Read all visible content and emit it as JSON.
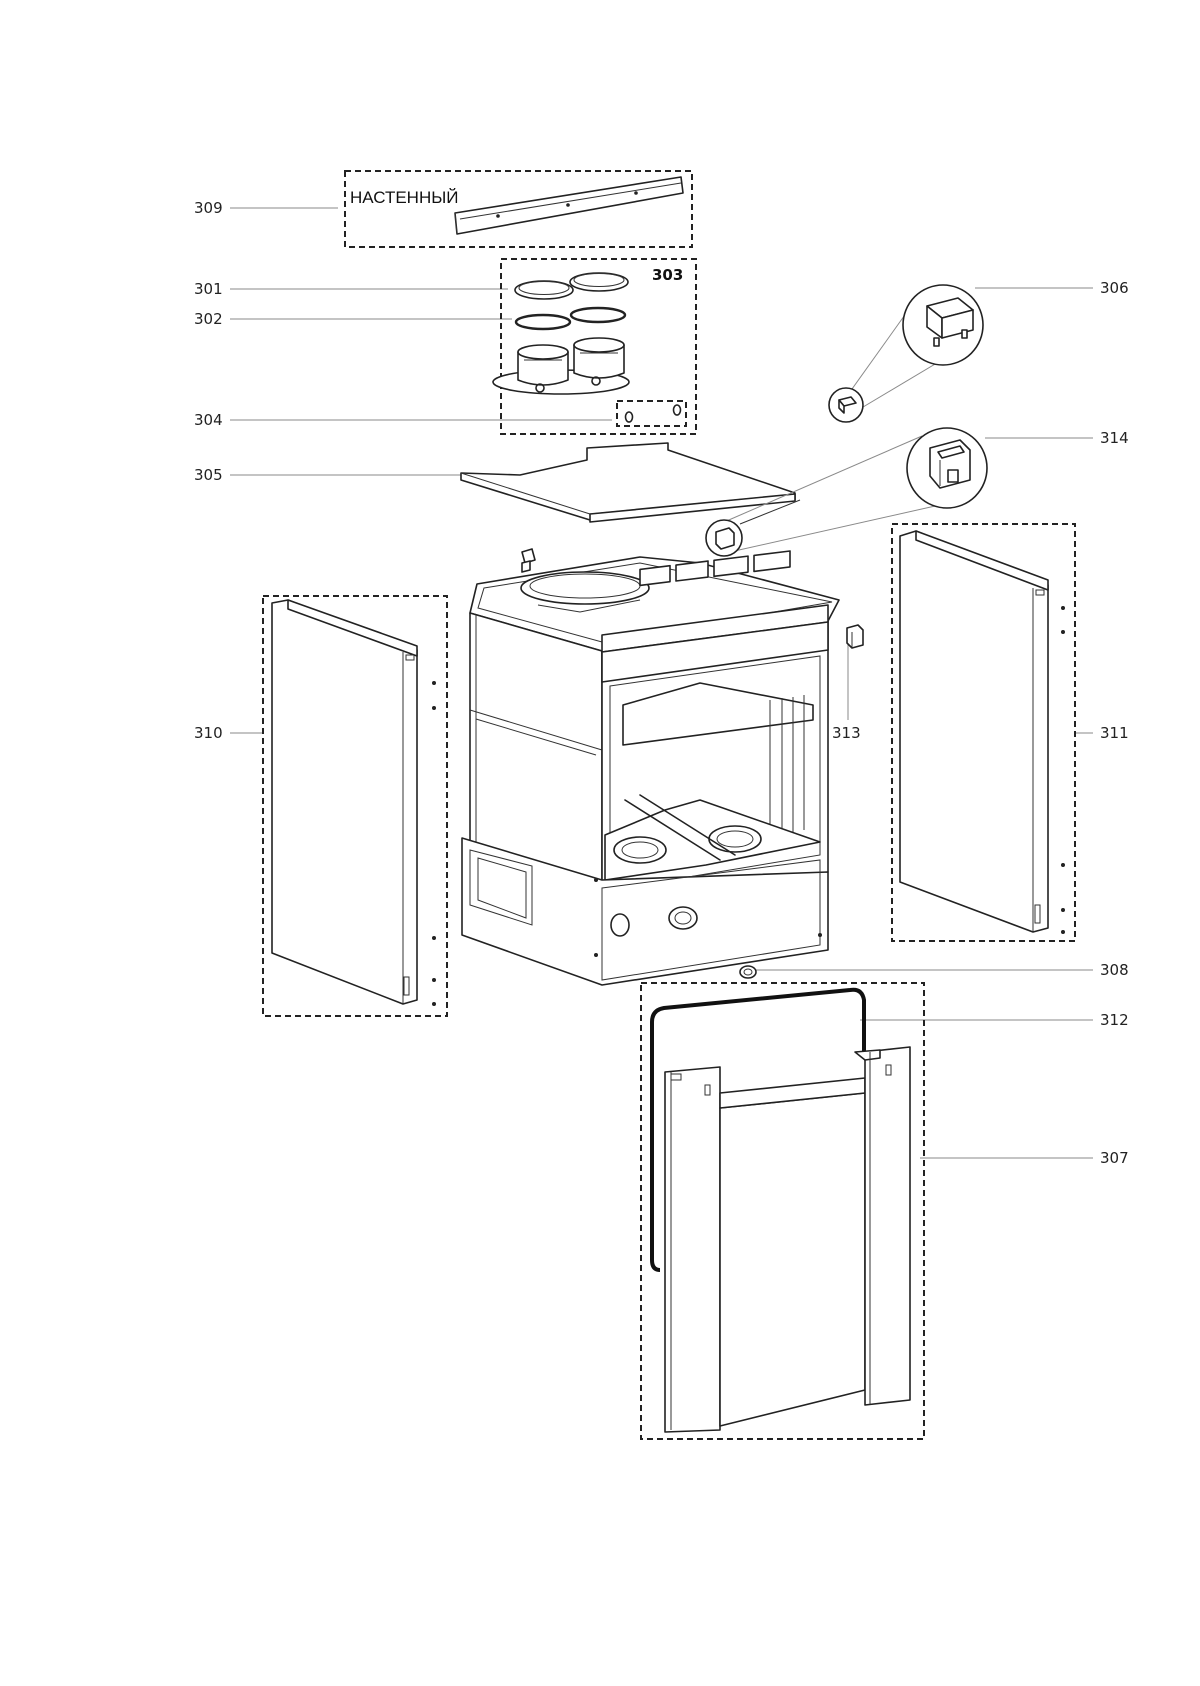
{
  "callouts": {
    "p309": "309",
    "p301": "301",
    "p302": "302",
    "p303": "303",
    "p304": "304",
    "p305": "305",
    "p306": "306",
    "p314": "314",
    "p310": "310",
    "p313": "313",
    "p311": "311",
    "p308": "308",
    "p312": "312",
    "p307": "307"
  },
  "kit_309_label": "НАСТЕННЫЙ",
  "colors": {
    "line": "#222222",
    "leader": "#8a8a8a",
    "background": "#ffffff"
  }
}
